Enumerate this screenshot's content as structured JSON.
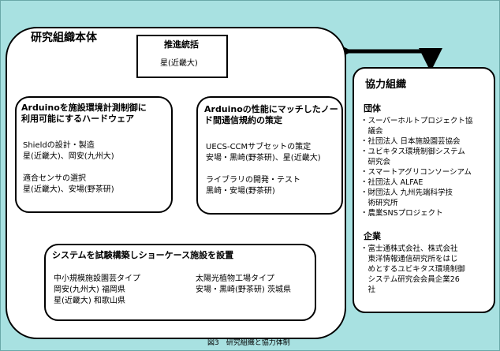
{
  "main_title": "研究組織本体",
  "promotion": {
    "title": "推進統括",
    "member": "星(近畿大)"
  },
  "hardware": {
    "title_line1": "Arduinoを施設環境計測制御に",
    "title_line2": "利用可能にするハードウェア",
    "items": [
      "Shieldの設計・製造",
      "星(近畿大)、岡安(九州大)",
      "",
      "適合センサの選択",
      "星(近畿大)、安場(野茶研)"
    ]
  },
  "protocol": {
    "title_line1": "Arduinoの性能にマッチしたノー",
    "title_line2": "ド間通信規約の策定",
    "items": [
      "UECS-CCMサブセットの策定",
      "安場・黒崎(野茶研)、星(近畿大)",
      "",
      "ライブラリの開発・テスト",
      "黒崎・安場(野茶研)"
    ]
  },
  "system": {
    "title": "システムを試験構築しショーケース施設を設置",
    "left": [
      "中小規模施設園芸タイプ",
      "岡安(九州大) 福岡県",
      "星(近畿大) 和歌山県"
    ],
    "right": [
      "太陽光植物工場タイプ",
      "安場・黒崎(野茶研) 茨城県"
    ]
  },
  "cooperation": {
    "title": "協力組織",
    "group_heading": "団体",
    "groups": [
      "・スーパーホルトプロジェクト協",
      "　議会",
      "・社団法人 日本施設園芸協会",
      "・ユビキタス環境制御システム",
      "　研究会",
      "・スマートアグリコンソーシアム",
      "・社団法人 ALFAE",
      "・財団法人 九州先端科学技",
      "　術研究所",
      "・農業SNSプロジェクト"
    ],
    "company_heading": "企業",
    "companies": [
      "・富士通株式会社、株式会社",
      "　東洋情報通信研究所をはじ",
      "　めとするユビキタス環境制御",
      "　システム研究会会員企業26",
      "　社"
    ]
  },
  "caption": "図3　研究組織と協力体制"
}
